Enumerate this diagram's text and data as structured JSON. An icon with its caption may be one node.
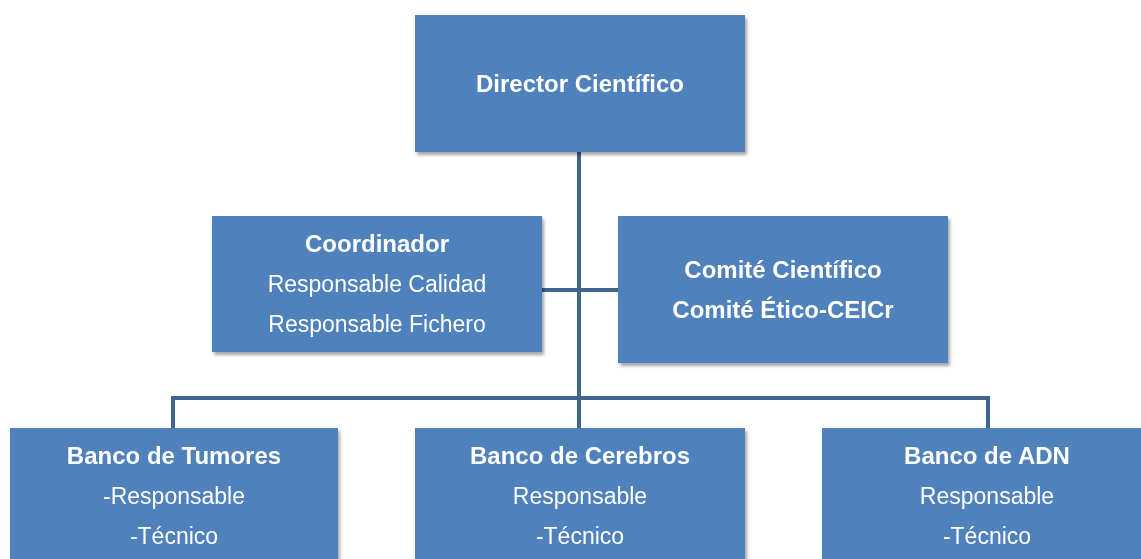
{
  "diagram": {
    "nodes": [
      {
        "text": [
          "Director Científico"
        ]
      },
      {
        "text": [
          "Coordinador",
          "Responsable Calidad",
          "Responsable Fichero"
        ]
      },
      {
        "text": [
          "Comité Científico",
          "Comité Ético-CEICr"
        ]
      },
      {
        "text": [
          "Banco de Tumores",
          "-Responsable",
          "-Técnico"
        ]
      },
      {
        "text": [
          "Banco de Cerebros",
          "Responsable",
          "-Técnico"
        ]
      },
      {
        "text": [
          "Banco de ADN",
          "Responsable",
          "-Técnico"
        ]
      }
    ],
    "edges": [
      {
        "from": 0,
        "to": 1,
        "arrow": "none"
      },
      {
        "from": 0,
        "to": 2,
        "arrow": "none"
      },
      {
        "from": 0,
        "to": 3,
        "arrow": "none"
      },
      {
        "from": 0,
        "to": 4,
        "arrow": "none"
      },
      {
        "from": 0,
        "to": 5,
        "arrow": "none"
      }
    ]
  }
}
